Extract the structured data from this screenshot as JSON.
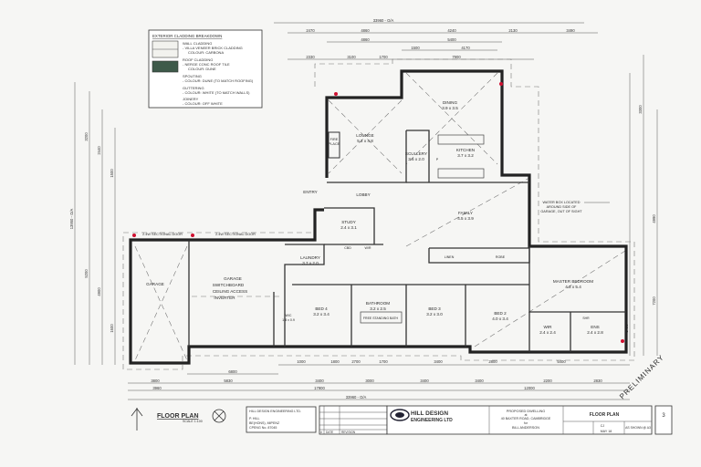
{
  "legend": {
    "title": "EXTERIOR CLADDING BREAKDOWN",
    "items": [
      {
        "heading": "WALL CLADDING",
        "lines": [
          "- VILLA VENEER BRICK CLADDING",
          "COLOUR: CARBONA"
        ],
        "swatch": "#f2f2ee"
      },
      {
        "heading": "ROOF CLADDING",
        "lines": [
          "- NERGE CONC ROOF TILE",
          "COLOUR: DUNE"
        ],
        "swatch": "#3e5a4a"
      },
      {
        "heading": "SPOUTING",
        "lines": [
          "- COLOUR: DUNE (TO MATCH ROOFING)"
        ]
      },
      {
        "heading": "GUTTERING",
        "lines": [
          "- COLOUR: WHITE (TO MATCH WALLS)"
        ]
      },
      {
        "heading": "JOINERY",
        "lines": [
          "- COLOUR: OFF WHITE"
        ]
      }
    ]
  },
  "dimensions": {
    "overall": "33960 - O/A",
    "top": [
      "2470",
      "4860",
      "4240",
      "2130",
      "3490"
    ],
    "top_second": [
      "4860",
      "5400"
    ],
    "top_third": [
      "1500",
      "4170"
    ],
    "top_fourth": [
      "2330",
      "3100",
      "1700",
      "7900"
    ],
    "bottom": [
      "1000",
      "1800",
      "2700",
      "1700",
      "3400",
      "2800",
      "5400"
    ],
    "bottom_second": [
      "3800",
      "5830",
      "3400",
      "3000",
      "3400",
      "3400",
      "2200",
      "2830"
    ],
    "bottom_third": [
      "6800"
    ],
    "bottom_overall": [
      "3960",
      "17900",
      "12000"
    ],
    "left": [
      "13950 - O/A",
      "3200",
      "2440",
      "1500",
      "5200",
      "4900",
      "1600"
    ],
    "right": [
      "3300",
      "4990",
      "7200",
      "1400"
    ]
  },
  "rooms": {
    "lounge": {
      "name": "LOUNGE",
      "size": "5.2 x 4.8"
    },
    "dining": {
      "name": "DINING",
      "size": "3.9 x 3.5"
    },
    "kitchen": {
      "name": "KITCHEN",
      "size": "3.7 x 3.2"
    },
    "scullery": {
      "name": "SCULLERY",
      "size": "3.6 x 2.0"
    },
    "fireplace": {
      "name": "FIRE",
      "size": "PLACE"
    },
    "family": {
      "name": "FAMILY",
      "size": "4.5 x 3.9"
    },
    "study": {
      "name": "STUDY",
      "size": "2.4 x 3.1"
    },
    "laundry": {
      "name": "LAUNDRY",
      "size": "3.7 x 2.0"
    },
    "garage_left": {
      "name": "GARAGE"
    },
    "garage_main": {
      "name": "GARAGE",
      "notes": [
        "SWITCHBOARD",
        "CEILING ACCESS",
        "INVERTER"
      ]
    },
    "bed4": {
      "name": "BED 4",
      "size": "3.2 x 3.4"
    },
    "bathroom": {
      "name": "BATHROOM",
      "size": "3.2 x 2.5"
    },
    "bed3": {
      "name": "BED 3",
      "size": "3.2 x 3.0"
    },
    "bed2": {
      "name": "BED 2",
      "size": "4.0 x 3.4"
    },
    "master": {
      "name": "MASTER BEDROOM",
      "size": "4.3 x 5.4"
    },
    "wir": {
      "name": "WIR",
      "size": "2.4 x 2.4"
    },
    "ens": {
      "name": "ENS",
      "size": "2.4 x 2.8"
    },
    "lobby": {
      "name": "LOBBY"
    },
    "entry": {
      "name": "ENTRY"
    },
    "wc": {
      "name": "W/C",
      "size": "1.8 x 0.9"
    },
    "cbd": "CBD",
    "wir_small": "W/R",
    "linen": "LINEN",
    "robe": "ROBE",
    "freestanding_bath": "FREE STANDING BATH",
    "shower": "SHR",
    "pantry": "P"
  },
  "annotations": {
    "water_box": [
      "WATER BOX LOCATED",
      "AROUND SIDE OF",
      "GARAGE, OUT OF SIGHT"
    ],
    "sectional_door_1": "2.4W SECTIONAL DOOR",
    "sectional_door_2": "2.4W SECTIONAL DOOR",
    "preliminary": "PRELIMINARY"
  },
  "title_block": {
    "plan_title": "FLOOR PLAN",
    "scale": "SCALE 1:100",
    "engineer": {
      "company": "HILL DESIGN ENGINEERING LTD.",
      "name": "P. HILL",
      "quals": "BE(HONS), MIPENZ",
      "cpeng": "CPENG No. 87045"
    },
    "revision_headers": [
      "#",
      "DATE",
      "REVISION"
    ],
    "firm": {
      "line1": "HILL DESIGN",
      "line2": "ENGINEERING LTD"
    },
    "project": {
      "line1": "PROPOSED DWELLING",
      "line2": "at",
      "line3": "40 BAXTER ROAD, CAMBRIDGE",
      "line4": "for",
      "line5": "BILL ANDERSON"
    },
    "sheet_title": "FLOOR PLAN",
    "sheet_no": "3",
    "drawn": "CJ",
    "date": "MAY 18",
    "scale_value": "AS SHOWN @ A3"
  }
}
